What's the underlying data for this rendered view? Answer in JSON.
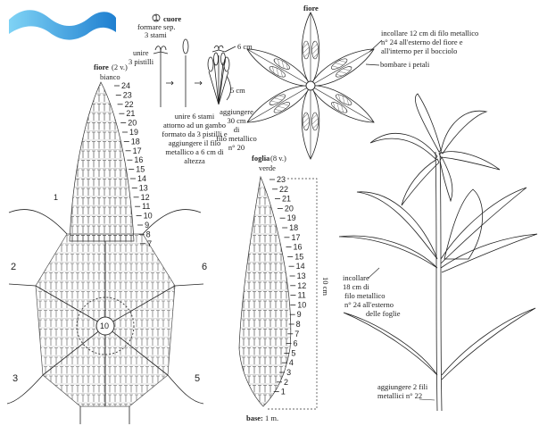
{
  "logo": {
    "name": "wave-logo",
    "color": "#2a9bd8"
  },
  "cuore": {
    "number": "1",
    "title": "cuore",
    "lines": [
      "formare sep.",
      "3 stami"
    ],
    "pistilli": [
      "unire",
      "3 pistilli"
    ],
    "size_top": "6 cm",
    "size_side": "5 cm",
    "instruction": [
      "unire 6 stami",
      "attorno ad un gambo",
      "formato da 3 pistilli e",
      "aggiungere il filo",
      "metallico a 6 cm di",
      "altezza"
    ],
    "add_wire": [
      "aggiungere",
      "30 cm",
      "di",
      "filo metallico",
      "n° 20"
    ]
  },
  "fiore_chart": {
    "title": "fiore",
    "count": "(2 v.)",
    "color": "bianco",
    "rows": [
      "24",
      "23",
      "22",
      "21",
      "20",
      "19",
      "18",
      "17",
      "16",
      "15",
      "14",
      "13",
      "12",
      "11",
      "10",
      "9",
      "8",
      "7"
    ],
    "left_row": "1",
    "center": "10",
    "petals": [
      "2",
      "6",
      "3",
      "5"
    ]
  },
  "fiore_top": {
    "title": "fiore",
    "note1": [
      "incollare 12 cm di filo metallico",
      "n° 24 all'esterno del fiore e",
      "all'interno per il bocciolo"
    ],
    "note2": "bombare i petali"
  },
  "foglia_chart": {
    "title": "foglia",
    "count": "(8 v.)",
    "color": "verde",
    "rows": [
      "23",
      "22",
      "21",
      "20",
      "19",
      "18",
      "17",
      "16",
      "15",
      "14",
      "13",
      "12",
      "11",
      "10",
      "9",
      "8",
      "7",
      "6",
      "5",
      "4",
      "3",
      "2",
      "1"
    ],
    "length": "10 cm",
    "base_label": "base:",
    "base_value": "1 m."
  },
  "plant": {
    "note_leaves": [
      "incollare",
      "18 cm di",
      "filo metallico",
      "n° 24 all'esterno",
      "delle foglie"
    ],
    "note_stem": [
      "aggiungere 2 fili",
      "metallici n° 22"
    ]
  }
}
